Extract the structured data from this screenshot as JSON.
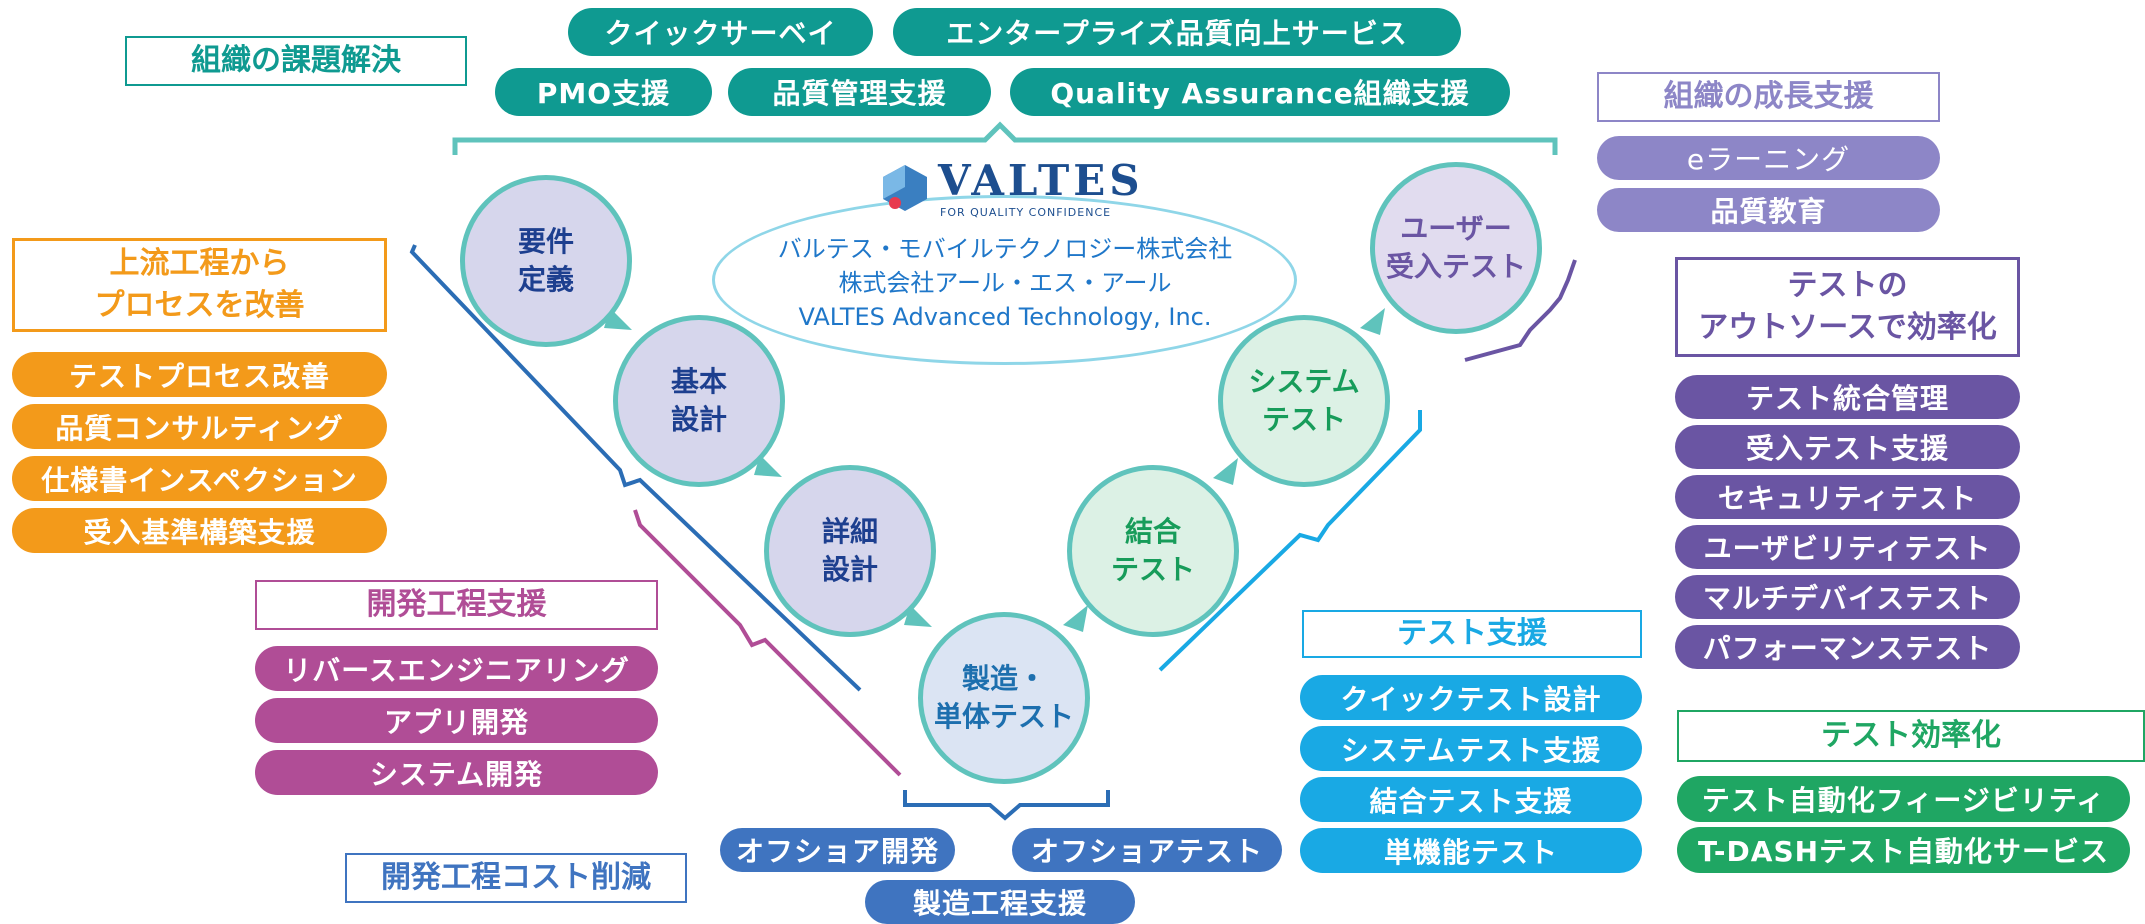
{
  "top_title": "組織の課題解決",
  "top_pills": [
    "クイックサーベイ",
    "エンタープライズ品質向上サービス",
    "PMO支援",
    "品質管理支援",
    "Quality Assurance組織支援"
  ],
  "logo": {
    "name": "VALTES",
    "tagline": "FOR QUALITY CONFIDENCE"
  },
  "companies": [
    "バルテス・モバイルテクノロジー株式会社",
    "株式会社アール・エス・アール",
    "VALTES Advanced Technology, Inc."
  ],
  "left_upper": {
    "title": "上流工程から\nプロセスを改善",
    "items": [
      "テストプロセス改善",
      "品質コンサルティング",
      "仕様書インスペクション",
      "受入基準構築支援"
    ]
  },
  "left_dev": {
    "title": "開発工程支援",
    "items": [
      "リバースエンジニアリング",
      "アプリ開発",
      "システム開発"
    ]
  },
  "bottom": {
    "title": "開発工程コスト削減",
    "items": [
      "オフショア開発",
      "オフショアテスト",
      "製造工程支援"
    ]
  },
  "test_support": {
    "title": "テスト支援",
    "items": [
      "クイックテスト設計",
      "システムテスト支援",
      "結合テスト支援",
      "単機能テスト"
    ]
  },
  "growth": {
    "title": "組織の成長支援",
    "items": [
      "eラーニング",
      "品質教育"
    ]
  },
  "outsource": {
    "title": "テストの\nアウトソースで効率化",
    "items": [
      "テスト統合管理",
      "受入テスト支援",
      "セキュリティテスト",
      "ユーザビリティテスト",
      "マルチデバイステスト",
      "パフォーマンステスト"
    ]
  },
  "efficiency": {
    "title": "テスト効率化",
    "items": [
      "テスト自動化フィージビリティ",
      "T-DASHテスト自動化サービス"
    ]
  },
  "vmodel": {
    "left": [
      "要件\n定義",
      "基本\n設計",
      "詳細\n設計"
    ],
    "bottom": "製造・\n単体テスト",
    "right": [
      "結合\nテスト",
      "システム\nテスト",
      "ユーザー\n受入テスト"
    ]
  },
  "colors": {
    "teal": "#0f9a91",
    "orange": "#f39a1a",
    "magenta": "#b04d96",
    "blue": "#3f74c0",
    "cyan": "#19a9e4",
    "purple": "#6a55a3",
    "lavender": "#8d86c7",
    "green": "#1fa663"
  }
}
